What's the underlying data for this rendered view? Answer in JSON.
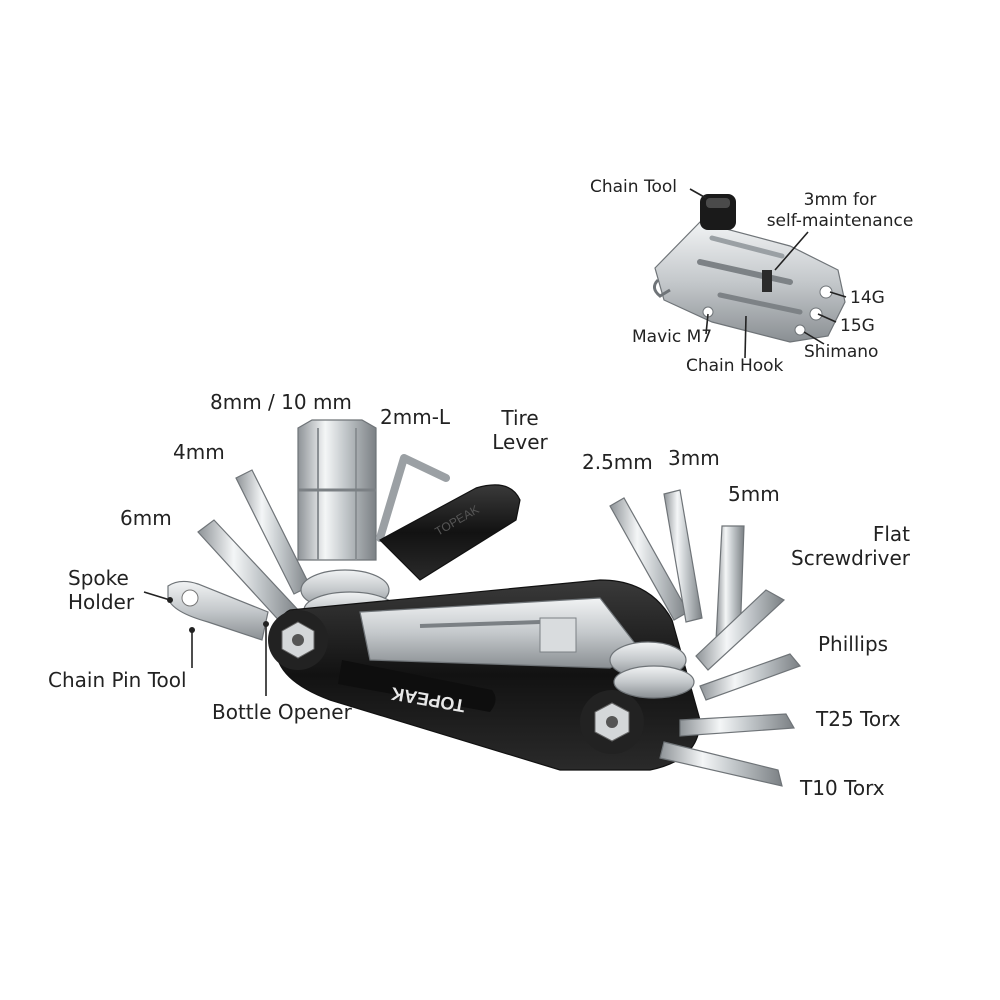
{
  "brand": "TOPEAK",
  "colors": {
    "background": "#ffffff",
    "text": "#222222",
    "body_black": "#1b1b1b",
    "steel": "#c9cdd0"
  },
  "inset": {
    "labels": {
      "chain_tool": "Chain Tool",
      "three_mm_line1": "3mm for",
      "three_mm_line2": "self-maintenance",
      "g14": "14G",
      "g15": "15G",
      "shimano": "Shimano",
      "mavic": "Mavic M7",
      "chain_hook": "Chain Hook"
    }
  },
  "main": {
    "labels": {
      "mm8_10": "8mm / 10 mm",
      "mm2_l": "2mm-L",
      "tire_lever_line1": "Tire",
      "tire_lever_line2": "Lever",
      "mm4": "4mm",
      "mm6": "6mm",
      "spoke_holder_line1": "Spoke",
      "spoke_holder_line2": "Holder",
      "chain_pin_tool": "Chain Pin Tool",
      "bottle_opener": "Bottle Opener",
      "mm2_5": "2.5mm",
      "mm3": "3mm",
      "mm5": "5mm",
      "flat_line1": "Flat",
      "flat_line2": "Screwdriver",
      "phillips": "Phillips",
      "t25": "T25 Torx",
      "t10": "T10 Torx"
    }
  }
}
